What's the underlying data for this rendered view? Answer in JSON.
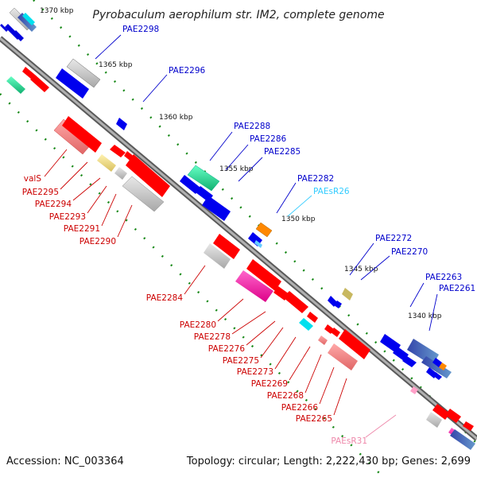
{
  "title": "Pyrobaculum aerophilum str. IM2, complete genome",
  "footer": {
    "accession": "Accession: NC_003364",
    "summary": "Topology: circular; Length: 2,222,430 bp; Genes: 2,699"
  },
  "colors": {
    "backbone": "#808080",
    "forward_gene_label": "#0000cc",
    "reverse_gene_label": "#cc0000",
    "rna_blue_label": "#33ccff",
    "rna_pink_label": "#ee88aa",
    "tick_dots": "#1a8a1a"
  },
  "ticks": [
    "1370 kbp",
    "1365 kbp",
    "1360 kbp",
    "1355 kbp",
    "1350 kbp",
    "1345 kbp",
    "1340 kbp"
  ],
  "top_labels": [
    "PAE2298",
    "PAE2296",
    "PAE2288",
    "PAE2286",
    "PAE2285",
    "PAE2282",
    "PAEsR26",
    "PAE2272",
    "PAE2270",
    "PAE2263",
    "PAE2261"
  ],
  "bottom_labels": [
    "valS",
    "PAE2295",
    "PAE2294",
    "PAE2293",
    "PAE2291",
    "PAE2290",
    "PAE2284",
    "PAE2280",
    "PAE2278",
    "PAE2276",
    "PAE2275",
    "PAE2273",
    "PAE2269",
    "PAE2268",
    "PAE2266",
    "PAE2265",
    "PAEsR31"
  ]
}
